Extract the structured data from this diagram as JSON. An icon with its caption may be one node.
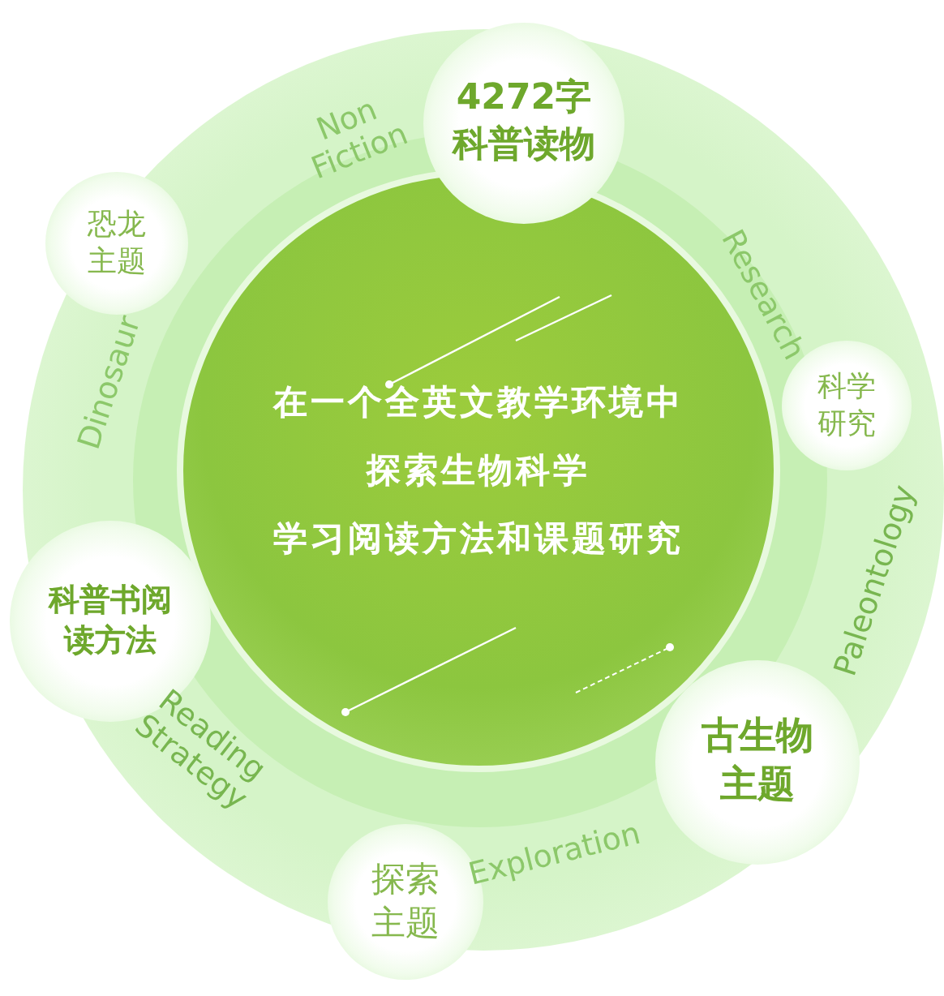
{
  "diagram": {
    "nodes": [
      {
        "text": [
          "4272字科普读物"
        ]
      },
      {
        "text": [
          "恐龙主题"
        ]
      },
      {
        "text": [
          "科学研究"
        ]
      },
      {
        "text": [
          "在一个全英文教学环境中",
          "探索生物科学",
          "学习阅读方法和课题研究"
        ]
      },
      {
        "text": [
          "科普书阅读方法"
        ]
      },
      {
        "text": [
          "古生物主题"
        ]
      },
      {
        "text": [
          "探索主题"
        ]
      }
    ],
    "labels": [
      "Non Fiction",
      "Research",
      "Dinosaur",
      "Paleontology",
      "Reading Strategy",
      "Exploration"
    ]
  }
}
